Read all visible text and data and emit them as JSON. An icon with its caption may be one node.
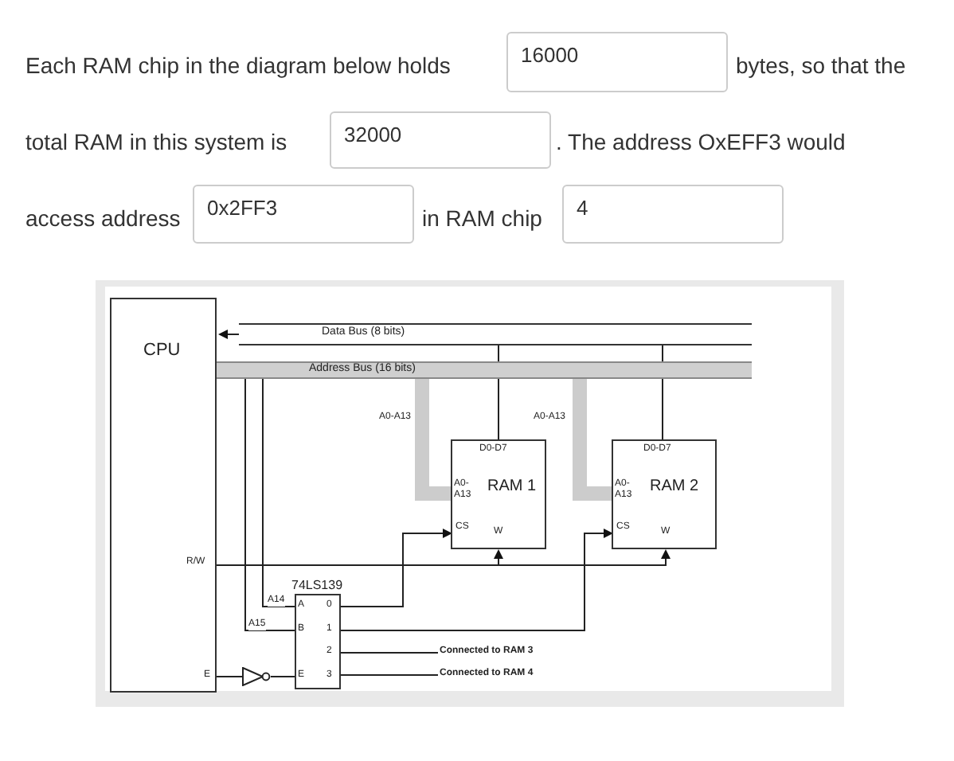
{
  "diagram": {
    "nodes": [
      {
        "text": [
          "CPU"
        ]
      },
      {
        "text": [
          "Data Bus (8 bits)"
        ]
      },
      {
        "text": [
          "Address Bus (16 bits)"
        ]
      },
      {
        "text": [
          "RAM 1"
        ]
      },
      {
        "text": [
          "RAM 2"
        ]
      },
      {
        "text": [
          "74LS139"
        ]
      },
      {
        "text": [],
        "shape": "triangle"
      },
      {
        "text": [
          "Connected to RAM 3"
        ]
      },
      {
        "text": [
          "Connected to RAM 4"
        ]
      }
    ],
    "edges": [
      {
        "from": 1,
        "to": 0,
        "arrow": "to"
      },
      {
        "from": 1,
        "to": 3,
        "arrow": "none"
      },
      {
        "from": 1,
        "to": 4,
        "arrow": "none"
      },
      {
        "from": 2,
        "to": 3,
        "arrow": "none",
        "label": "A0-A13",
        "style": "thick",
        "color": "#cccccc"
      },
      {
        "from": 2,
        "to": 4,
        "arrow": "none",
        "label": "A0-A13",
        "style": "thick",
        "color": "#cccccc"
      },
      {
        "from": 2,
        "to": 5,
        "arrow": "none",
        "label": "A14"
      },
      {
        "from": 2,
        "to": 5,
        "arrow": "none",
        "label": "A15"
      },
      {
        "from": 5,
        "to": 3,
        "arrow": "to"
      },
      {
        "from": 5,
        "to": 4,
        "arrow": "to"
      },
      {
        "from": 5,
        "to": 7,
        "arrow": "none"
      },
      {
        "from": 5,
        "to": 8,
        "arrow": "none"
      },
      {
        "from": 0,
        "to": 3,
        "arrow": "to"
      },
      {
        "from": 0,
        "to": 4,
        "arrow": "to"
      },
      {
        "from": 0,
        "to": 6,
        "arrow": "none"
      },
      {
        "from": 6,
        "to": 5,
        "arrow": "none"
      }
    ],
    "labels": [
      "Each RAM chip in the diagram below holds",
      "16000",
      "bytes, so that the",
      "total RAM in this system is",
      "32000",
      ". The address OxEFF3 would",
      "access address",
      "0x2FF3",
      "in RAM chip",
      "4",
      "D0-D7",
      "A0- A13",
      "CS",
      "W",
      "D0-D7",
      "A0- A13",
      "CS",
      "W",
      "R/W",
      "E",
      "A",
      "B",
      "E",
      "0",
      "1",
      "2",
      "3"
    ]
  }
}
